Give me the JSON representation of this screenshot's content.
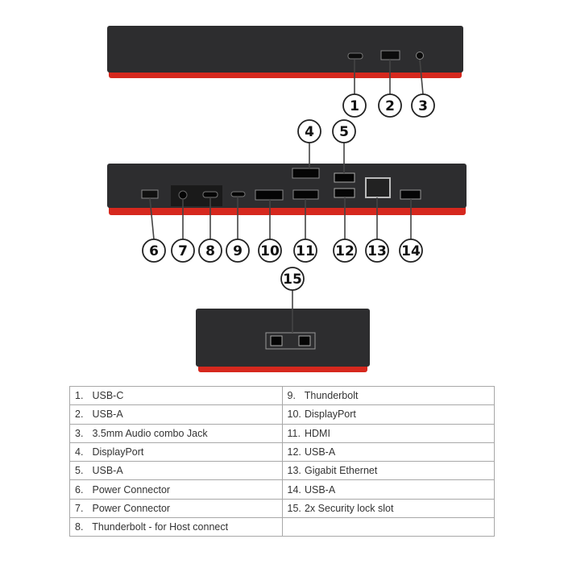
{
  "callouts": [
    "1",
    "2",
    "3",
    "4",
    "5",
    "6",
    "7",
    "8",
    "9",
    "10",
    "11",
    "12",
    "13",
    "14",
    "15"
  ],
  "legend": [
    {
      "n": "1.",
      "label": "USB-C"
    },
    {
      "n": "2.",
      "label": "USB-A"
    },
    {
      "n": "3.",
      "label": "3.5mm Audio combo Jack"
    },
    {
      "n": "4.",
      "label": "DisplayPort"
    },
    {
      "n": "5.",
      "label": "USB-A"
    },
    {
      "n": "6.",
      "label": "Power Connector"
    },
    {
      "n": "7.",
      "label": "Power Connector"
    },
    {
      "n": "8.",
      "label": "Thunderbolt - for Host connect"
    },
    {
      "n": "9.",
      "label": "Thunderbolt"
    },
    {
      "n": "10.",
      "label": "DisplayPort"
    },
    {
      "n": "11.",
      "label": "HDMI"
    },
    {
      "n": "12.",
      "label": "USB-A"
    },
    {
      "n": "13.",
      "label": "Gigabit Ethernet"
    },
    {
      "n": "14.",
      "label": "USB-A"
    },
    {
      "n": "15.",
      "label": "2x Security lock slot"
    }
  ],
  "colors": {
    "body": "#2b2b2d",
    "accent": "#d6281e",
    "port": "#0c0c0c"
  }
}
